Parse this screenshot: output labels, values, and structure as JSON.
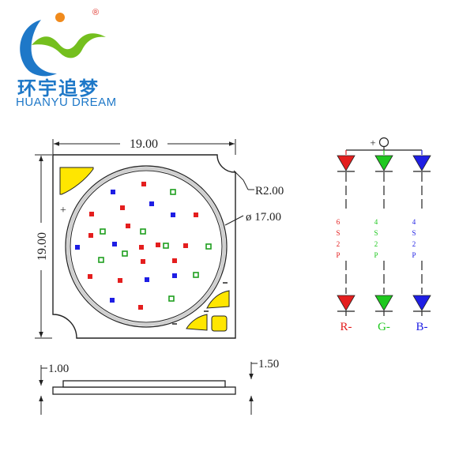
{
  "logo": {
    "name_cn": "环宇追梦",
    "name_en": "HUANYU DREAM",
    "registered_mark": "®",
    "colors": {
      "blue": "#1e78c8",
      "green": "#74bf1e",
      "sun": "#f08a1c"
    }
  },
  "top_view": {
    "width_label": "19.00",
    "height_label": "19.00",
    "corner_radius_label": "R2.00",
    "circle_diameter_label": "ø 17.00",
    "plus_marker": "+"
  },
  "side_view": {
    "thickness_left_label": "1.00",
    "thickness_right_label": "1.50"
  },
  "circuit": {
    "supply_label": "+",
    "channels": [
      {
        "color": "#e41e1e",
        "minus_label": "R-",
        "config": [
          "6",
          "S",
          "2",
          "P"
        ]
      },
      {
        "color": "#1ec81e",
        "minus_label": "G-",
        "config": [
          "4",
          "S",
          "2",
          "P"
        ]
      },
      {
        "color": "#1e1ee4",
        "minus_label": "B-",
        "config": [
          "4",
          "S",
          "2",
          "P"
        ]
      }
    ]
  },
  "colors": {
    "line": "#222222",
    "pad": "#ffe600",
    "die_red": "#e41e1e",
    "die_green": "#1e9e1e",
    "die_blue": "#1e1ee4"
  }
}
